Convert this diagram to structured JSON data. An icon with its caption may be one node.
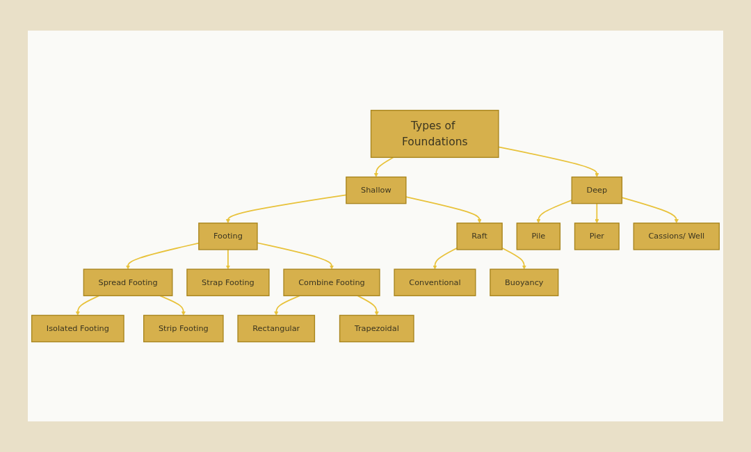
{
  "diagram": {
    "nodes": [
      {
        "text": [
          "Types of Foundations"
        ]
      },
      {
        "text": [
          "Shallow"
        ]
      },
      {
        "text": [
          "Deep"
        ]
      },
      {
        "text": [
          "Footing"
        ]
      },
      {
        "text": [
          "Raft"
        ]
      },
      {
        "text": [
          "Pile"
        ]
      },
      {
        "text": [
          "Pier"
        ]
      },
      {
        "text": [
          "Cassions/ Well"
        ]
      },
      {
        "text": [
          "Spread Footing"
        ]
      },
      {
        "text": [
          "Strap Footing"
        ]
      },
      {
        "text": [
          "Combine Footing"
        ]
      },
      {
        "text": [
          "Conventional"
        ]
      },
      {
        "text": [
          "Buoyancy"
        ]
      },
      {
        "text": [
          "Isolated Footing"
        ]
      },
      {
        "text": [
          "Strip Footing"
        ]
      },
      {
        "text": [
          "Rectangular"
        ]
      },
      {
        "text": [
          "Trapezoidal"
        ]
      }
    ],
    "edges": [
      {
        "from": 0,
        "to": 1,
        "arrow": "to"
      },
      {
        "from": 0,
        "to": 2,
        "arrow": "to"
      },
      {
        "from": 1,
        "to": 3,
        "arrow": "to"
      },
      {
        "from": 1,
        "to": 4,
        "arrow": "to"
      },
      {
        "from": 2,
        "to": 5,
        "arrow": "to"
      },
      {
        "from": 2,
        "to": 6,
        "arrow": "to"
      },
      {
        "from": 2,
        "to": 7,
        "arrow": "to"
      },
      {
        "from": 3,
        "to": 8,
        "arrow": "to"
      },
      {
        "from": 3,
        "to": 9,
        "arrow": "to"
      },
      {
        "from": 3,
        "to": 10,
        "arrow": "to"
      },
      {
        "from": 4,
        "to": 11,
        "arrow": "to"
      },
      {
        "from": 4,
        "to": 12,
        "arrow": "to"
      },
      {
        "from": 8,
        "to": 13,
        "arrow": "to"
      },
      {
        "from": 8,
        "to": 14,
        "arrow": "to"
      },
      {
        "from": 10,
        "to": 15,
        "arrow": "to"
      },
      {
        "from": 10,
        "to": 16,
        "arrow": "to"
      }
    ]
  }
}
